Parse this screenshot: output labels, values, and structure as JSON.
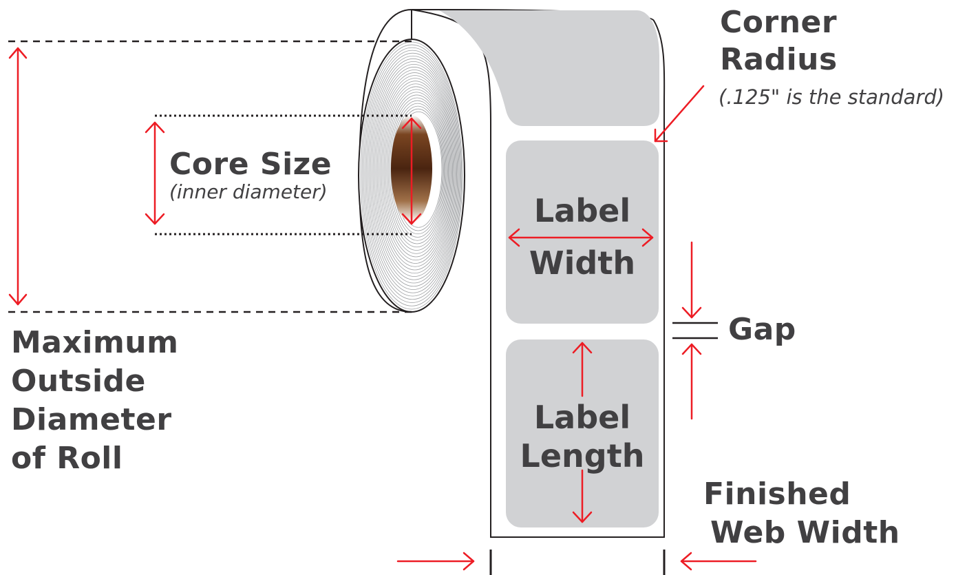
{
  "labels": {
    "corner_radius": {
      "line1": "Corner",
      "line2": "Radius",
      "note": "(.125\" is the standard)"
    },
    "core_size": {
      "title": "Core Size",
      "note": "(inner diameter)"
    },
    "label_width": {
      "line1": "Label",
      "line2": "Width"
    },
    "gap": "Gap",
    "label_length": {
      "line1": "Label",
      "line2": "Length"
    },
    "max_diameter": {
      "line1": "Maximum",
      "line2": "Outside",
      "line3": "Diameter",
      "line4": "of Roll"
    },
    "web_width": {
      "line1": "Finished",
      "line2": "Web Width"
    }
  },
  "colors": {
    "arrow": "#ed1c24",
    "text": "#414042",
    "label_fill": "#d1d2d4",
    "core_brown": "#6b3a1c",
    "outline": "#231f20"
  }
}
